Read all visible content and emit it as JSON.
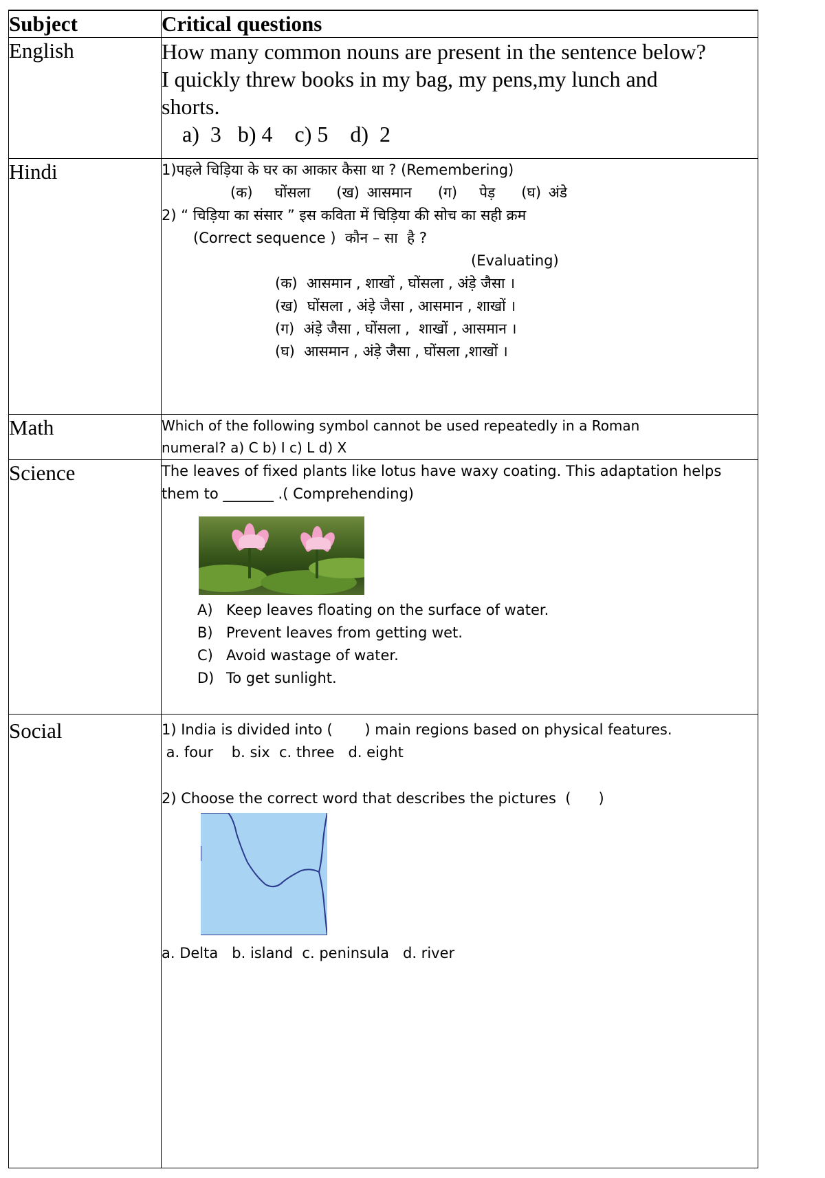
{
  "header": {
    "subject": "Subject",
    "questions": "Critical questions"
  },
  "english": {
    "subject": "English",
    "q1": "How many common nouns are present in the sentence below?",
    "q2": "I quickly threw books in my bag, my pens,my lunch and",
    "q3": "shorts.",
    "options": "a)  3   b) 4    c) 5    d)  2"
  },
  "hindi": {
    "subject": "Hindi",
    "q1": "1)पहले चिड़िया के घर का आकार कैसा था ? (Remembering)",
    "q1_options": [
      "(क)   घोंसला",
      "(ख) आसमान",
      "(ग)   पेड़",
      "(घ) अंडे"
    ],
    "q2": "2) “ चिड़िया का संसार ” इस कविता में चिड़िया की सोच का सही क्रम",
    "q2_cont": "(Correct sequence )  कौन – सा  है ?",
    "q2_level": "(Evaluating)",
    "q2_options": [
      "(क)  आसमान , शाखों , घोंसला , अंड़े जैसा ।",
      "(ख)  घोंसला , अंड़े जैसा , आसमान , शाखों ।",
      "(ग)  अंड़े जैसा , घोंसला ,  शाखों , आसमान ।",
      "(घ)  आसमान , अंड़े जैसा , घोंसला ,शाखों ।"
    ]
  },
  "math": {
    "subject": "Math",
    "q1": "Which of the following symbol cannot be used repeatedly in a Roman",
    "q2": "numeral? a) C b) I c) L d) X"
  },
  "science": {
    "subject": "Science",
    "q1": "The leaves of fixed plants like lotus have waxy coating. This adaptation helps",
    "q2": "them to _______ .( Comprehending)",
    "options": [
      {
        "label": "A)",
        "text": "Keep leaves floating on the surface of water."
      },
      {
        "label": "B)",
        "text": "Prevent leaves from getting wet."
      },
      {
        "label": "C)",
        "text": "Avoid wastage of water."
      },
      {
        "label": "D)",
        "text": "To get sunlight."
      }
    ]
  },
  "social": {
    "subject": "Social",
    "q1": "1) India is divided into (       ) main regions based on physical features.",
    "q1_options": " a. four    b. six  c. three   d. eight",
    "q2": "2) Choose the correct word that describes the pictures  (      )",
    "q2_options": "a. Delta   b. island  c. peninsula   d. river"
  },
  "colors": {
    "water": "#a9d3f3",
    "coast": "#2b3a8c",
    "lotus_pink": "#f2a3c7"
  }
}
